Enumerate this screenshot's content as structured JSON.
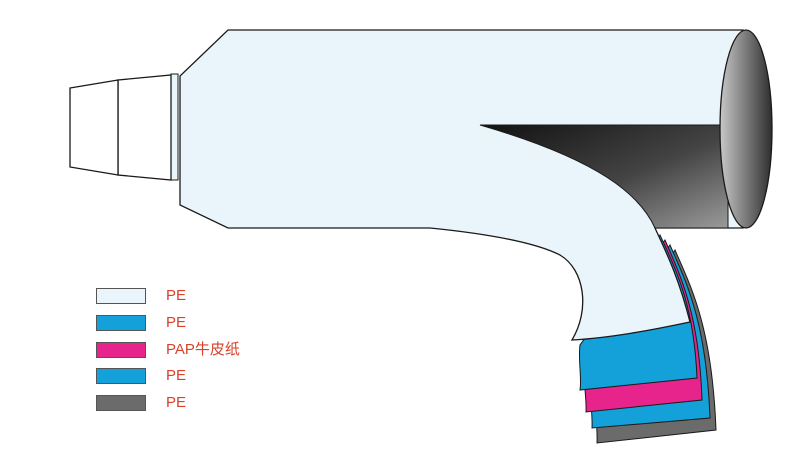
{
  "legend": {
    "items": [
      {
        "label": "PE",
        "color": "#eaf5fb"
      },
      {
        "label": "PE",
        "color": "#14a0d8"
      },
      {
        "label": "PAP牛皮纸",
        "color": "#e6248c"
      },
      {
        "label": "PE",
        "color": "#14a0d8"
      },
      {
        "label": "PE",
        "color": "#6b6b6b"
      }
    ],
    "label_color": "#d9412b"
  },
  "colors": {
    "tube_fill": "#eaf5fb",
    "outline": "#1a1a1a",
    "cap_end_dark": "#3a3a3a",
    "cap_end_light": "#c8c8c8"
  }
}
